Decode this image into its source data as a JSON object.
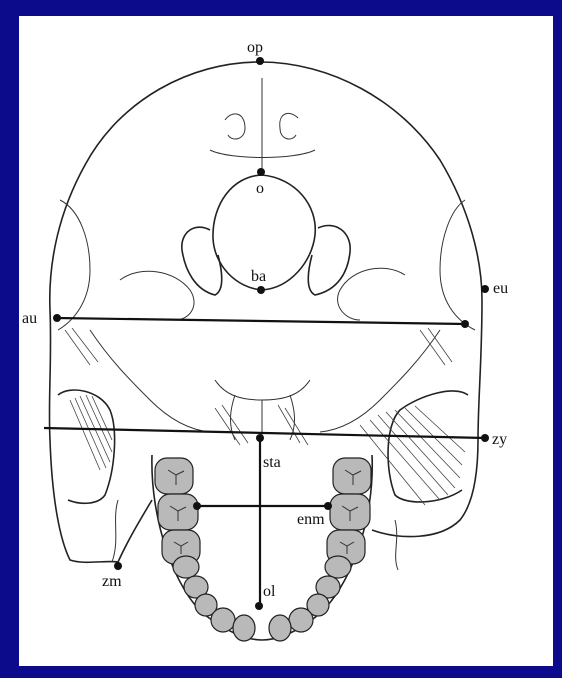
{
  "figure": {
    "background_color": "#0b0b8c",
    "panel_color": "#ffffff",
    "tooth_color": "#b9b9b9"
  },
  "landmarks": {
    "op": "op",
    "o": "o",
    "ba": "ba",
    "eu": "eu",
    "au": "au",
    "zy": "zy",
    "sta": "sta",
    "enm": "enm",
    "zm": "zm",
    "ol": "ol"
  }
}
